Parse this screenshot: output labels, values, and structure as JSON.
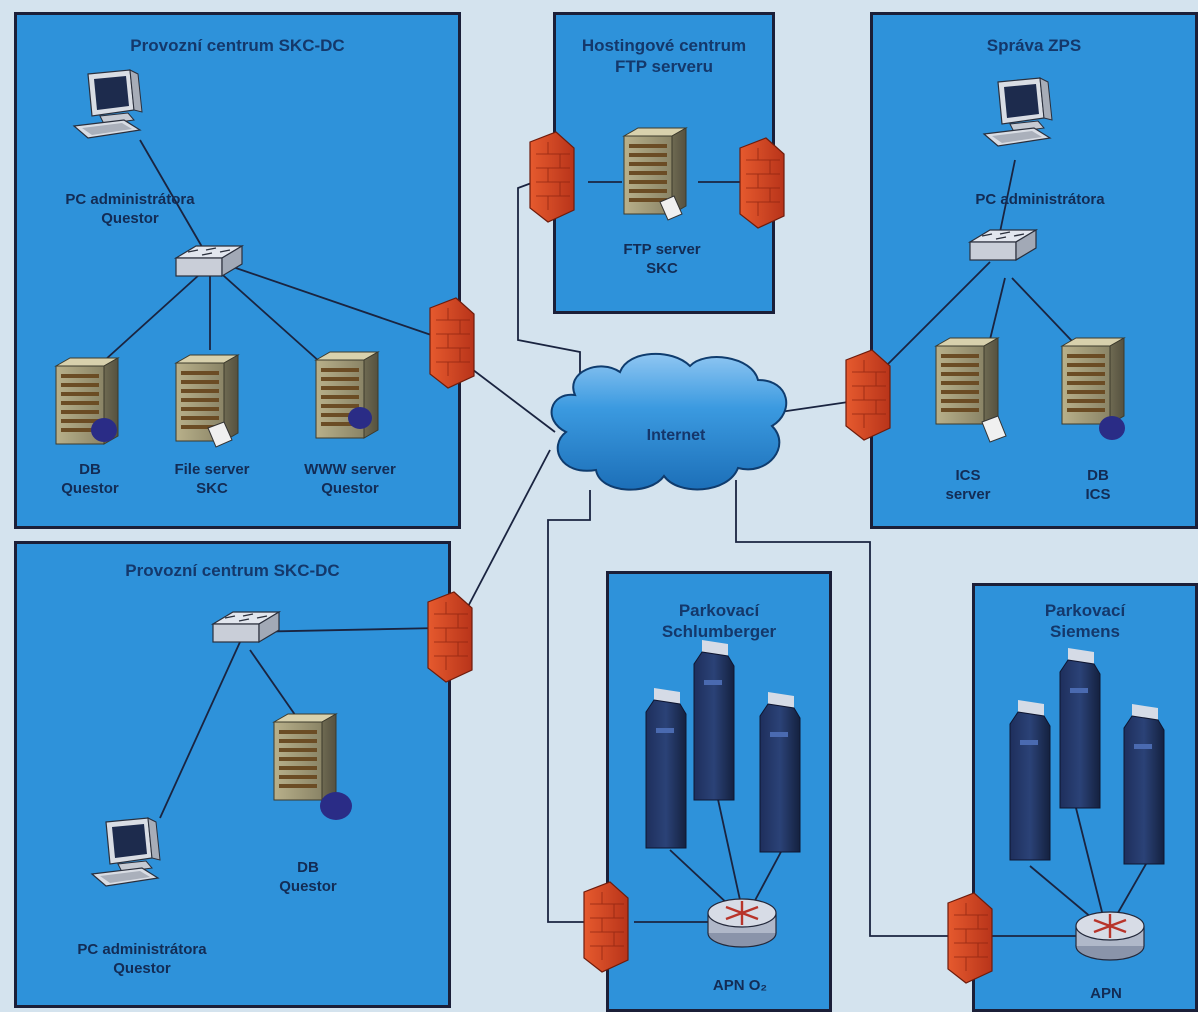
{
  "zones": {
    "provoz_top": {
      "title": "Provozní centrum SKC-DC"
    },
    "hosting": {
      "title": "Hostingové centrum\nFTP serveru"
    },
    "sprava": {
      "title": "Správa ZPS"
    },
    "provoz_bottom": {
      "title": "Provozní centrum SKC-DC"
    },
    "parking_a": {
      "title": "Parkovací\nSchlumberger"
    },
    "parking_b": {
      "title": "Parkovací\nSiemens"
    }
  },
  "nodes": {
    "pc_admin_top": "PC administrátora\nQuestor",
    "db_questor": "DB\nQuestor",
    "file_server": "File server\nSKC",
    "www_server": "WWW server\nQuestor",
    "ftp_server": "FTP server\nSKC",
    "pc_admin_zps": "PC administrátora",
    "ics_server": "ICS\nserver",
    "db_ics": "DB\nICS",
    "db_bottom": "DB\nQuestor",
    "pc_admin_bottom": "PC administrátora\nQuestor",
    "internet": "Internet",
    "apn_o2": "APN O₂",
    "apn": "APN"
  },
  "colors": {
    "zone_fill": "#2e92da",
    "zone_border": "#1b1f38",
    "firewall": "#d9451f",
    "cloud": "#3b9ae0",
    "link": "#1a2440"
  }
}
